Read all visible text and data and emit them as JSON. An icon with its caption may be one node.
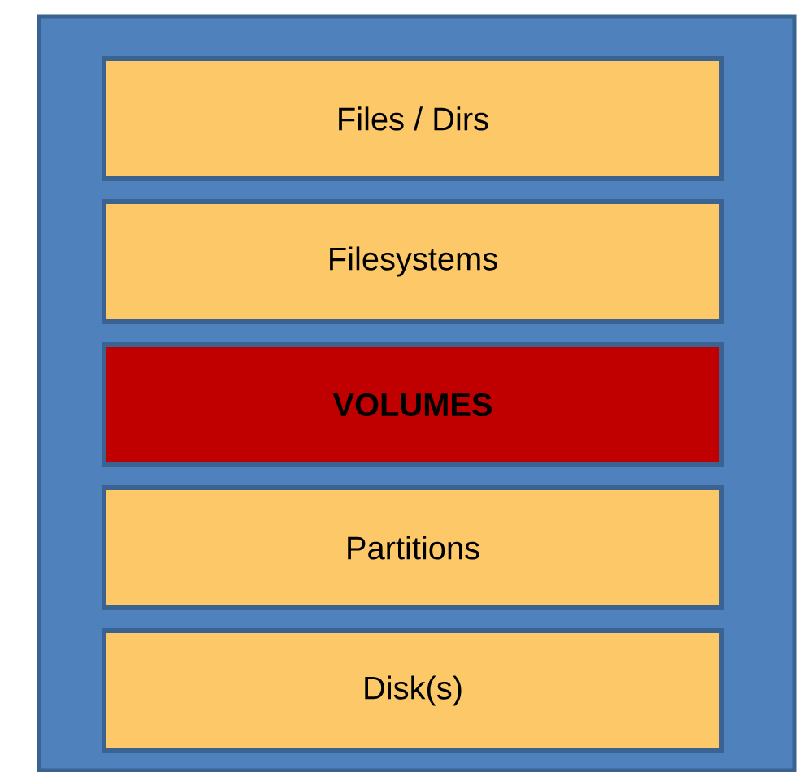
{
  "diagram": {
    "nodes": [
      {
        "text": [],
        "shape": "box"
      },
      {
        "text": [
          "Files / Dirs"
        ],
        "in": 0
      },
      {
        "text": [
          "Filesystems"
        ],
        "in": 0
      },
      {
        "text": [
          "VOLUMES"
        ],
        "in": 0
      },
      {
        "text": [
          "Partitions"
        ],
        "in": 0
      },
      {
        "text": [
          "Disk(s)"
        ],
        "in": 0
      }
    ]
  }
}
